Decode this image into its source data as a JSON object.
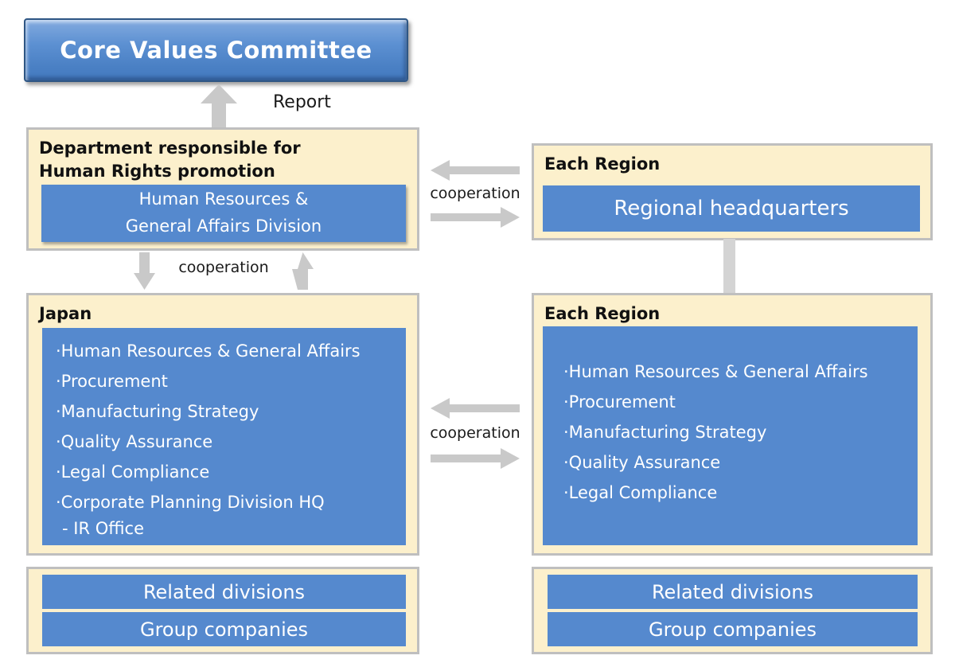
{
  "colors": {
    "accent-blue": "#5589CE",
    "cream": "#FCF0CC",
    "border-gray": "#BFBFBF",
    "arrow-gray": "#C9C9C9"
  },
  "committee": {
    "title": "Core Values Committee"
  },
  "report": {
    "label": "Report"
  },
  "department": {
    "title": "Department responsible for\nHuman Rights promotion",
    "division": "Human Resources &\nGeneral Affairs Division"
  },
  "region_hq": {
    "title": "Each Region",
    "division": "Regional headquarters"
  },
  "cooperation_top": {
    "label": "cooperation"
  },
  "cooperation_vertical": {
    "label": "cooperation"
  },
  "cooperation_mid": {
    "label": "cooperation"
  },
  "japan": {
    "title": "Japan",
    "items": [
      {
        "text": "·Human Resources & General Affairs"
      },
      {
        "text": "·Procurement"
      },
      {
        "text": "·Manufacturing Strategy"
      },
      {
        "text": "·Quality Assurance"
      },
      {
        "text": "·Legal Compliance"
      },
      {
        "text": "·Corporate Planning Division HQ"
      },
      {
        "text": "- IR Office",
        "indent": true
      }
    ]
  },
  "region": {
    "title": "Each Region",
    "items": [
      {
        "text": "·Human Resources & General Affairs"
      },
      {
        "text": "·Procurement"
      },
      {
        "text": "·Manufacturing Strategy"
      },
      {
        "text": "·Quality Assurance"
      },
      {
        "text": "·Legal Compliance"
      }
    ]
  },
  "bottom_left": {
    "rows": [
      "Related divisions",
      "Group companies"
    ]
  },
  "bottom_right": {
    "rows": [
      "Related divisions",
      "Group companies"
    ]
  }
}
